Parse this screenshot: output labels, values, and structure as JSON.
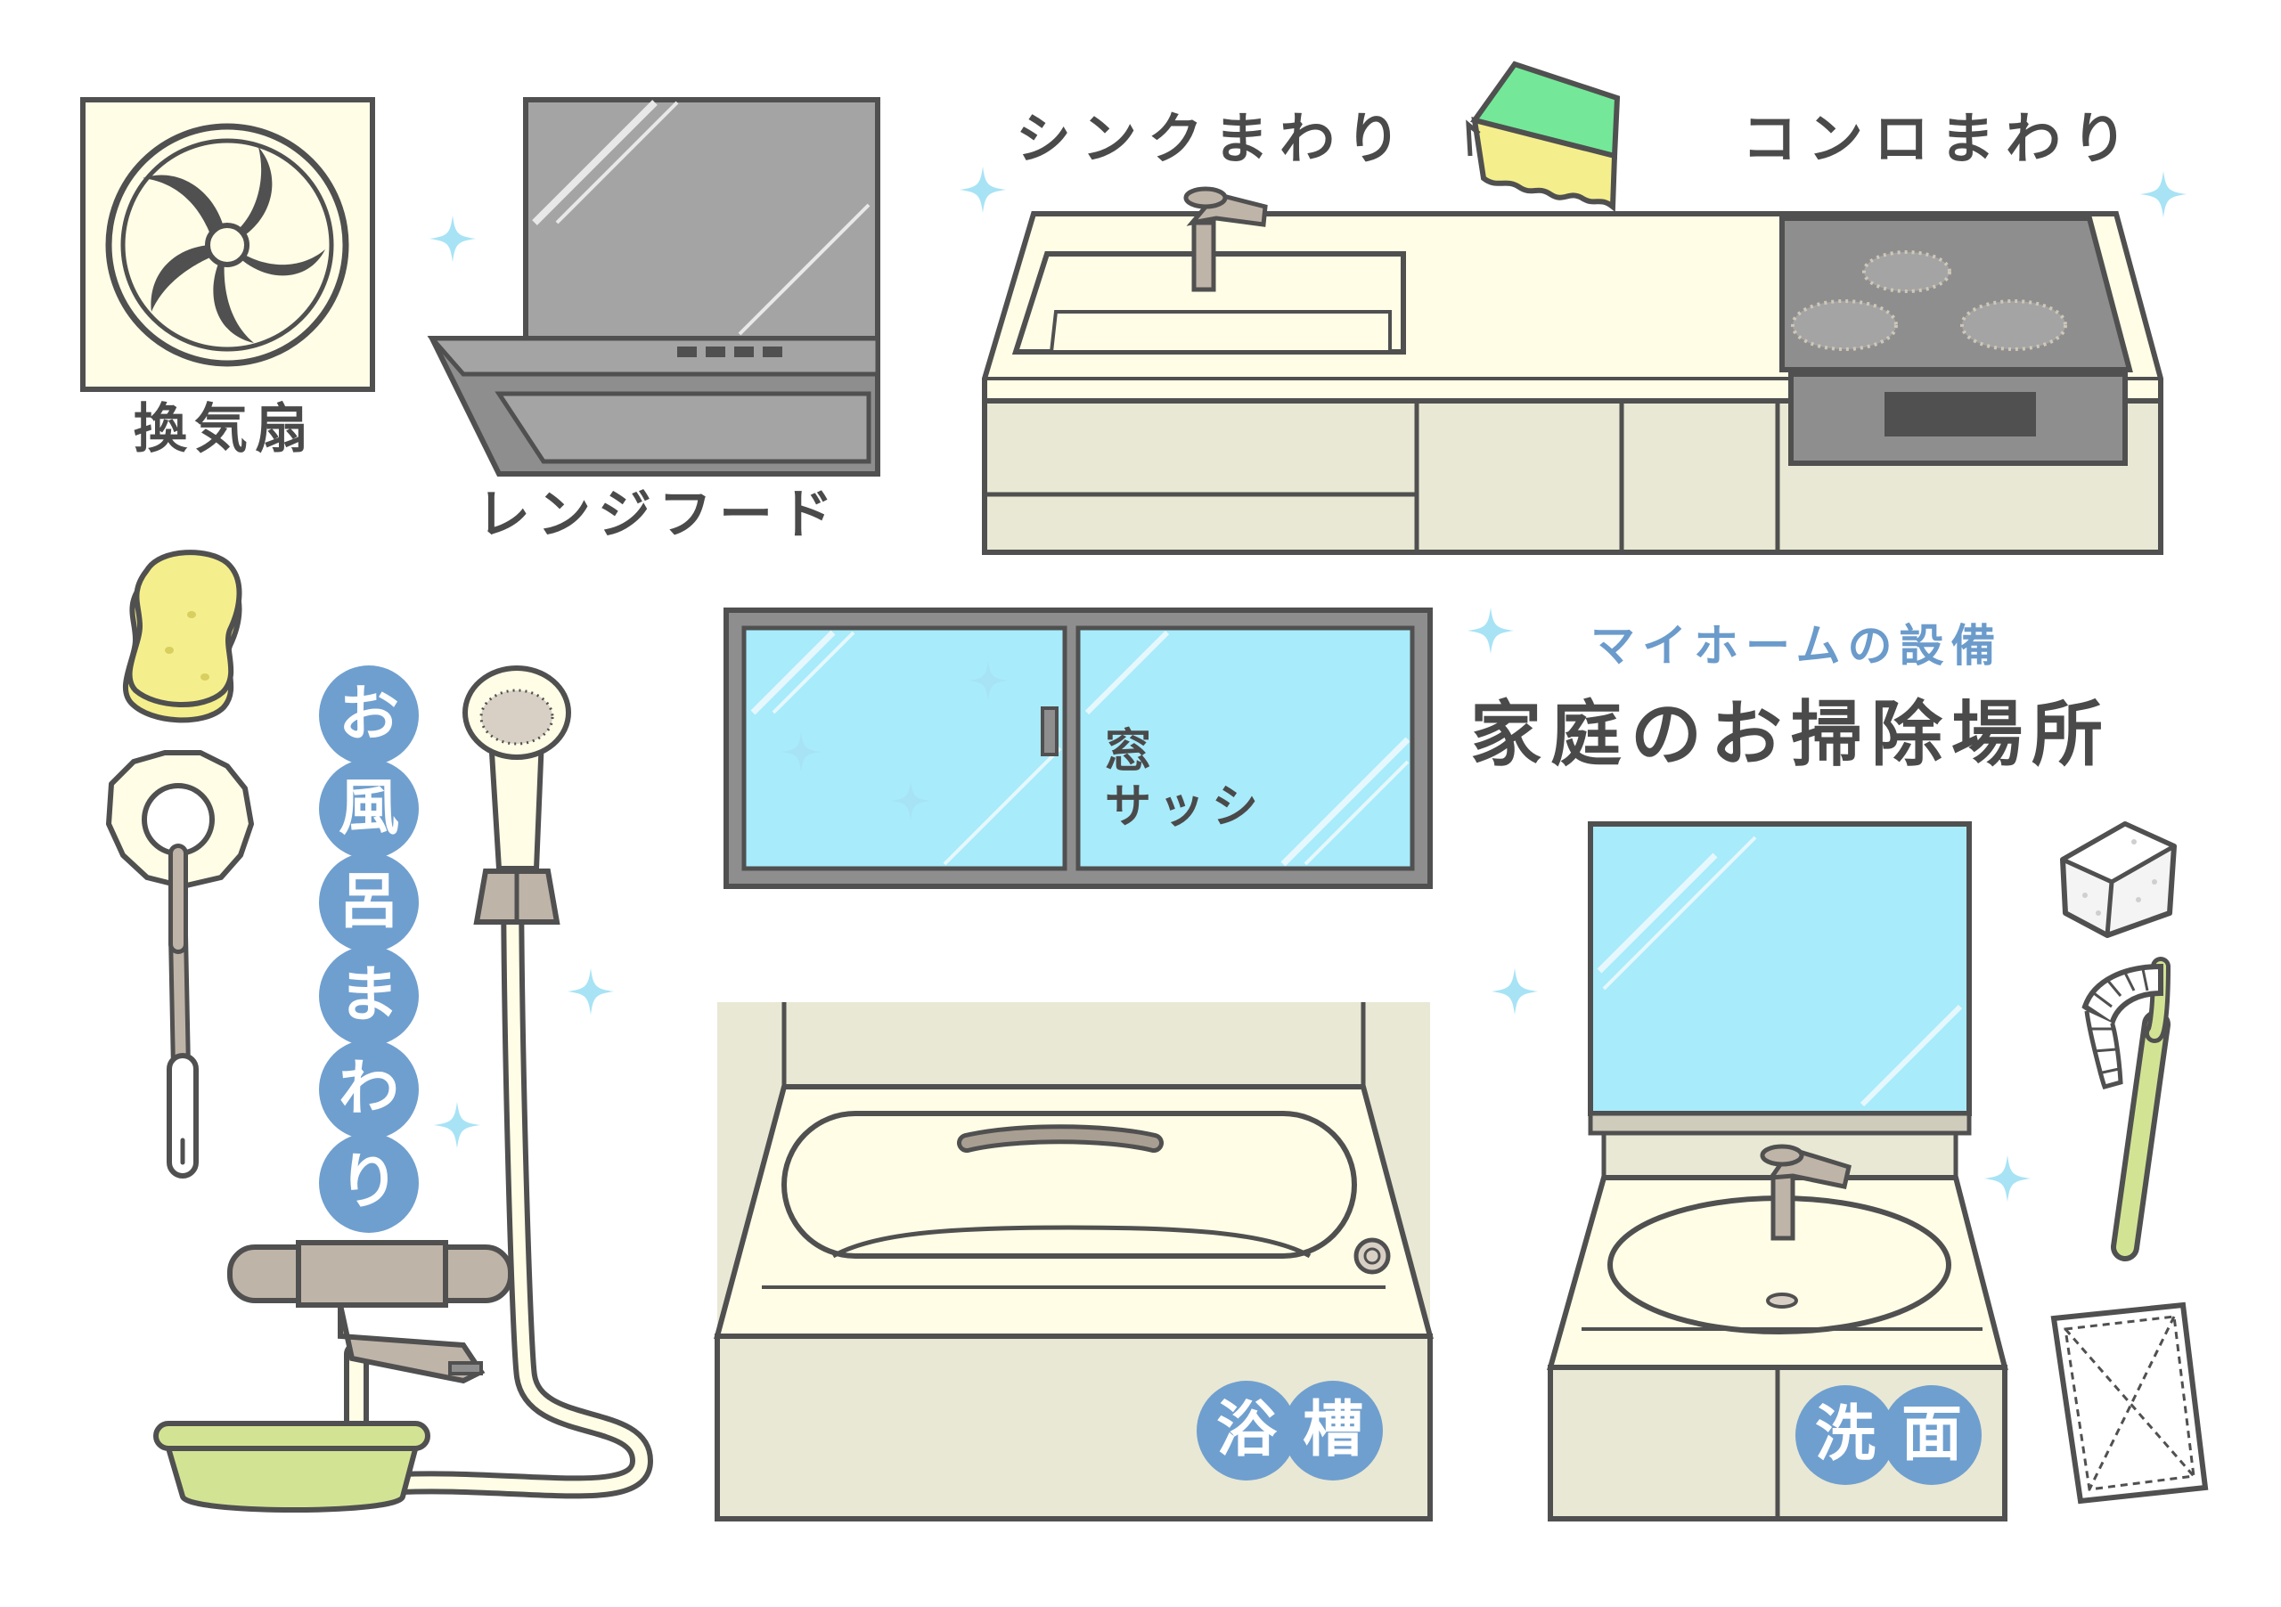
{
  "labels": {
    "fan": "換気扇",
    "range_hood": "レンジフード",
    "sink_area": "シンクまわり",
    "stove_area": "コンロまわり",
    "title_sub": "マイホームの設備",
    "title_main": "家庭のお掃除場所",
    "window_line1": "窓",
    "window_line2": "サッシ"
  },
  "badges": {
    "bath_area": [
      "お",
      "風",
      "呂",
      "ま",
      "わ",
      "り"
    ],
    "bathtub": [
      "浴",
      "槽"
    ],
    "washbasin": [
      "洗",
      "面"
    ]
  },
  "colors": {
    "outline": "#505050",
    "cream": "#fffde6",
    "beige": "#e9e8d4",
    "glass": "#a8ebfb",
    "badge": "#6f9fcf",
    "sparkle": "#a7e3f5",
    "sponge_yellow": "#f4ef8c",
    "green": "#d2e494"
  }
}
